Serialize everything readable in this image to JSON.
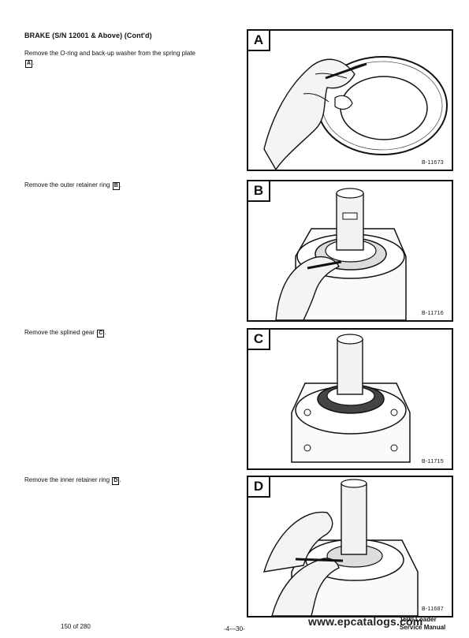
{
  "heading": "BRAKE (S/N 12001 & Above) (Cont'd)",
  "steps": [
    {
      "text": "Remove the O-ring and back-up washer from the spring plate",
      "ref": "A",
      "suffix": "."
    },
    {
      "text": "Remove the outer retainer ring",
      "ref": "B",
      "suffix": "."
    },
    {
      "text": "Remove the splined gear",
      "ref": "C",
      "suffix": "."
    },
    {
      "text": "Remove the inner retainer ring",
      "ref": "D",
      "suffix": "."
    }
  ],
  "figures": [
    {
      "letter": "A",
      "id": "B-11673"
    },
    {
      "letter": "B",
      "id": "B-11716"
    },
    {
      "letter": "C",
      "id": "B-11715"
    },
    {
      "letter": "D",
      "id": "B-11687"
    }
  ],
  "footer": {
    "page_count": "150 of 280",
    "page_number": "-4—30-",
    "manual_line1": "1600 Loader",
    "manual_line2": "Service Manual",
    "watermark": "www.epcatalogs.com"
  }
}
